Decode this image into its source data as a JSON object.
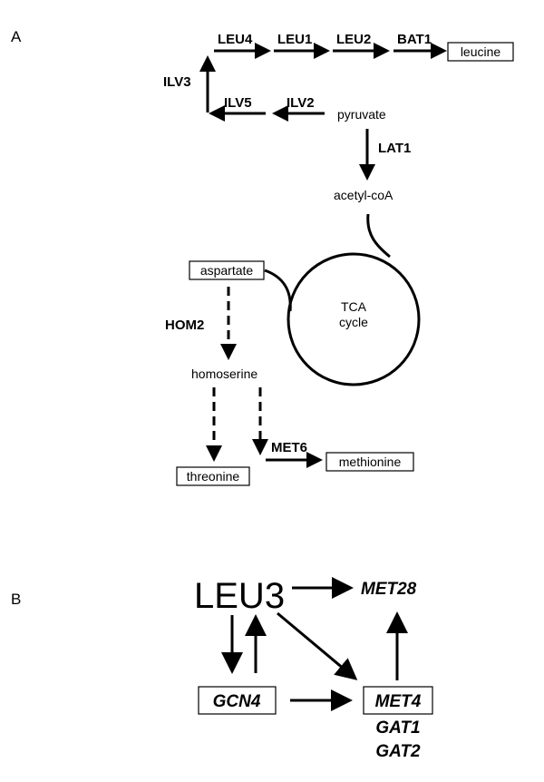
{
  "panels": {
    "a": "A",
    "b": "B"
  },
  "pathway_a": {
    "genes": {
      "leu4": "LEU4",
      "leu1": "LEU1",
      "leu2": "LEU2",
      "bat1": "BAT1",
      "ilv3": "ILV3",
      "ilv5": "ILV5",
      "ilv2": "ILV2",
      "lat1": "LAT1",
      "hom2": "HOM2",
      "met6": "MET6"
    },
    "metabolites": {
      "leucine": "leucine",
      "pyruvate": "pyruvate",
      "acetyl_coa": "acetyl-coA",
      "aspartate": "aspartate",
      "homoserine": "homoserine",
      "threonine": "threonine",
      "methionine": "methionine"
    },
    "tca": {
      "line1": "TCA",
      "line2": "cycle"
    }
  },
  "network_b": {
    "leu3": "LEU3",
    "met28": "MET28",
    "gcn4": "GCN4",
    "met4": "MET4",
    "gat1": "GAT1",
    "gat2": "GAT2"
  }
}
